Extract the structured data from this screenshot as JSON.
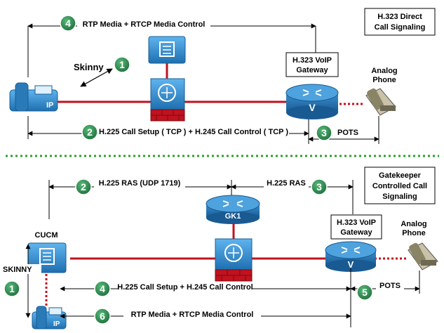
{
  "top": {
    "info_box": {
      "line1": "H.323 Direct",
      "line2": "Call Signaling"
    },
    "media_label": "RTP Media + RTCP Media Control",
    "skinny_label": "Skinny",
    "setup_label": "H.225 Call Setup ( TCP ) + H.245 Call Control ( TCP )",
    "pots_label": "POTS",
    "gateway": {
      "line1": "H.323 VoIP",
      "line2": "Gateway"
    },
    "phone": {
      "line1": "Analog",
      "line2": "Phone"
    },
    "steps": [
      "4",
      "1",
      "2",
      "3"
    ]
  },
  "bottom": {
    "info_box": {
      "line1": "Gatekeeper",
      "line2": "Controlled Call",
      "line3": "Signaling"
    },
    "ras_label": "H.225 RAS (UDP 1719)",
    "ras_label2": "H.225 RAS",
    "cucm_label": "CUCM",
    "skinny_label": "SKINNY",
    "gk_label": "GK1",
    "setup_label": "H.225 Call Setup + H.245 Call Control",
    "media_label": "RTP Media + RTCP  Media Control",
    "pots_label": "POTS",
    "gateway": {
      "line1": "H.323 VoIP",
      "line2": "Gateway"
    },
    "phone": {
      "line1": "Analog",
      "line2": "Phone"
    },
    "steps": [
      "2",
      "3",
      "1",
      "4",
      "5",
      "6"
    ]
  },
  "colors": {
    "accent_green": "#2e8b57",
    "link_red": "#c1121f",
    "device_blue": "#2f86c8",
    "divider_green": "#2e9e2e"
  }
}
